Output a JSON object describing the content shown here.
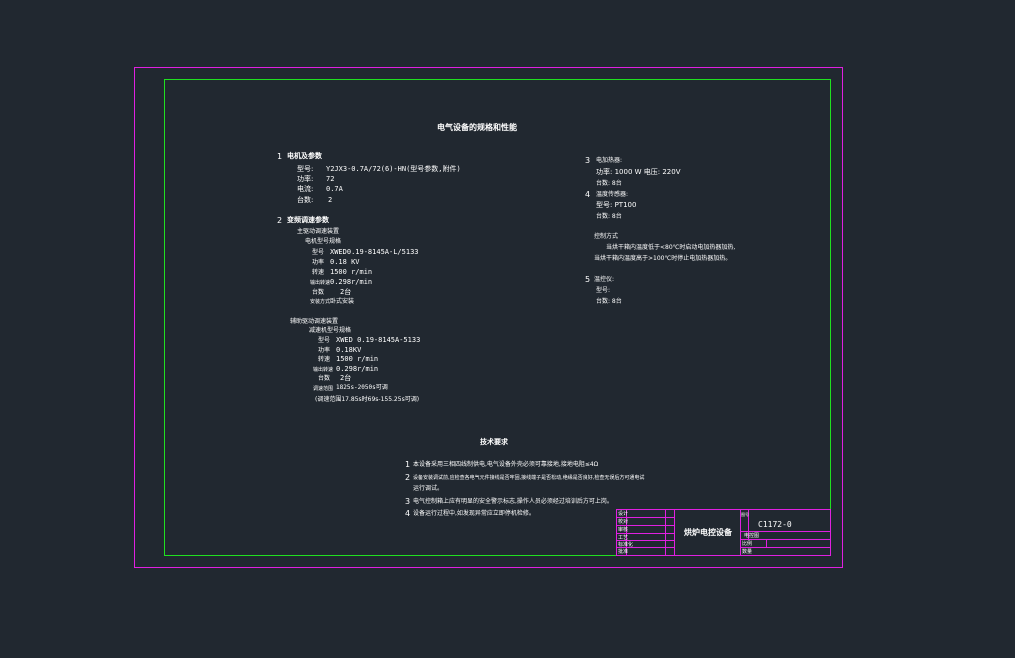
{
  "drawing": {
    "title": "电气设备的规格和性能",
    "left": {
      "s1_num": "1",
      "s1_title": "电机及参数",
      "s1_rows": [
        {
          "k": "型号:",
          "v": "Y2JX3-0.7A/72(6)-HN(型号参数,附件)"
        },
        {
          "k": "功率:",
          "v": "72"
        },
        {
          "k": "电流:",
          "v": "0.7A"
        },
        {
          "k": "台数:",
          "v": "2"
        }
      ],
      "s2_num": "2",
      "s2_title": "变频调速参数",
      "s2_sub1": "主驱动调速装置",
      "s2_sub1b": "电机型号规格",
      "s2_rows1": [
        {
          "k": "型号",
          "v": "XWED0.19-8145A-L/5133"
        },
        {
          "k": "功率",
          "v": "0.18 KV"
        },
        {
          "k": "转速",
          "v": "1500 r/min"
        },
        {
          "k": "输出转速",
          "v": "0.298r/min"
        },
        {
          "k": "台数",
          "v": "2台"
        },
        {
          "k": "安装方式",
          "v": "卧式安装"
        }
      ],
      "s2_sub2": "辅助驱动调速装置",
      "s2_sub2b": "减速机型号规格",
      "s2_rows2": [
        {
          "k": "型号",
          "v": "XWED 0.19-8145A-5133"
        },
        {
          "k": "功率",
          "v": "0.18KV"
        },
        {
          "k": "转速",
          "v": "1500 r/min"
        },
        {
          "k": "输出转速",
          "v": "0.298r/min"
        },
        {
          "k": "台数",
          "v": "2台"
        },
        {
          "k": "调速范围",
          "v": "1825s-2050s可调"
        }
      ],
      "s2_note": "(调速范围17.85s时69s-155.25s可调)"
    },
    "right": {
      "s3_num": "3",
      "s3_title": "电加热器:",
      "s3_power": "功率: 1000 W  电压: 220V",
      "s3_count": "台数: 8台",
      "s4_num": "4",
      "s4_title": "温度传感器:",
      "s4_model": "型号: PT100",
      "s4_count": "台数: 8台",
      "ctrl_title": "控制方式",
      "ctrl_line1": "当烘干箱内温度低于<80℃时启动电加热器加热,",
      "ctrl_line2": "当烘干箱内温度高于>100℃时停止电加热器加热。",
      "s5_num": "5",
      "s5_title": "温控仪:",
      "s5_model": "型号:",
      "s5_count": "台数: 8台"
    },
    "tech": {
      "title": "技术要求",
      "items": [
        {
          "n": "1",
          "text": "本设备采用三相四线制供电,电气设备外壳必须可靠接地,接地电阻≤4Ω"
        },
        {
          "n": "2",
          "text": "设备安装调试前,应检查各电气元件接线是否牢固,接线端子是否松动,绝缘是否良好,检查无误后方可通电试"
        },
        {
          "n": "",
          "text": "运行调试。"
        },
        {
          "n": "3",
          "text": "电气控制箱上应有明显的安全警示标志,操作人员必须经过培训后方可上岗。"
        },
        {
          "n": "4",
          "text": "设备运行过程中,如发现异常应立即停机检修。"
        }
      ]
    },
    "title_block": {
      "name": "烘炉电控设备",
      "code": "C1172-0",
      "sub": "电控图",
      "left_rows": [
        "设计",
        "校对",
        "审核",
        "工艺",
        "标准化",
        "批准"
      ],
      "mid_rows": [
        "",
        "",
        "",
        "",
        "",
        ""
      ],
      "mark1": "图号",
      "mark2": "比例",
      "mark3": "数量"
    }
  },
  "colors": {
    "background": "#212830",
    "outer_frame": "#e020e0",
    "inner_frame": "#20e020",
    "text": "#ffffff"
  }
}
